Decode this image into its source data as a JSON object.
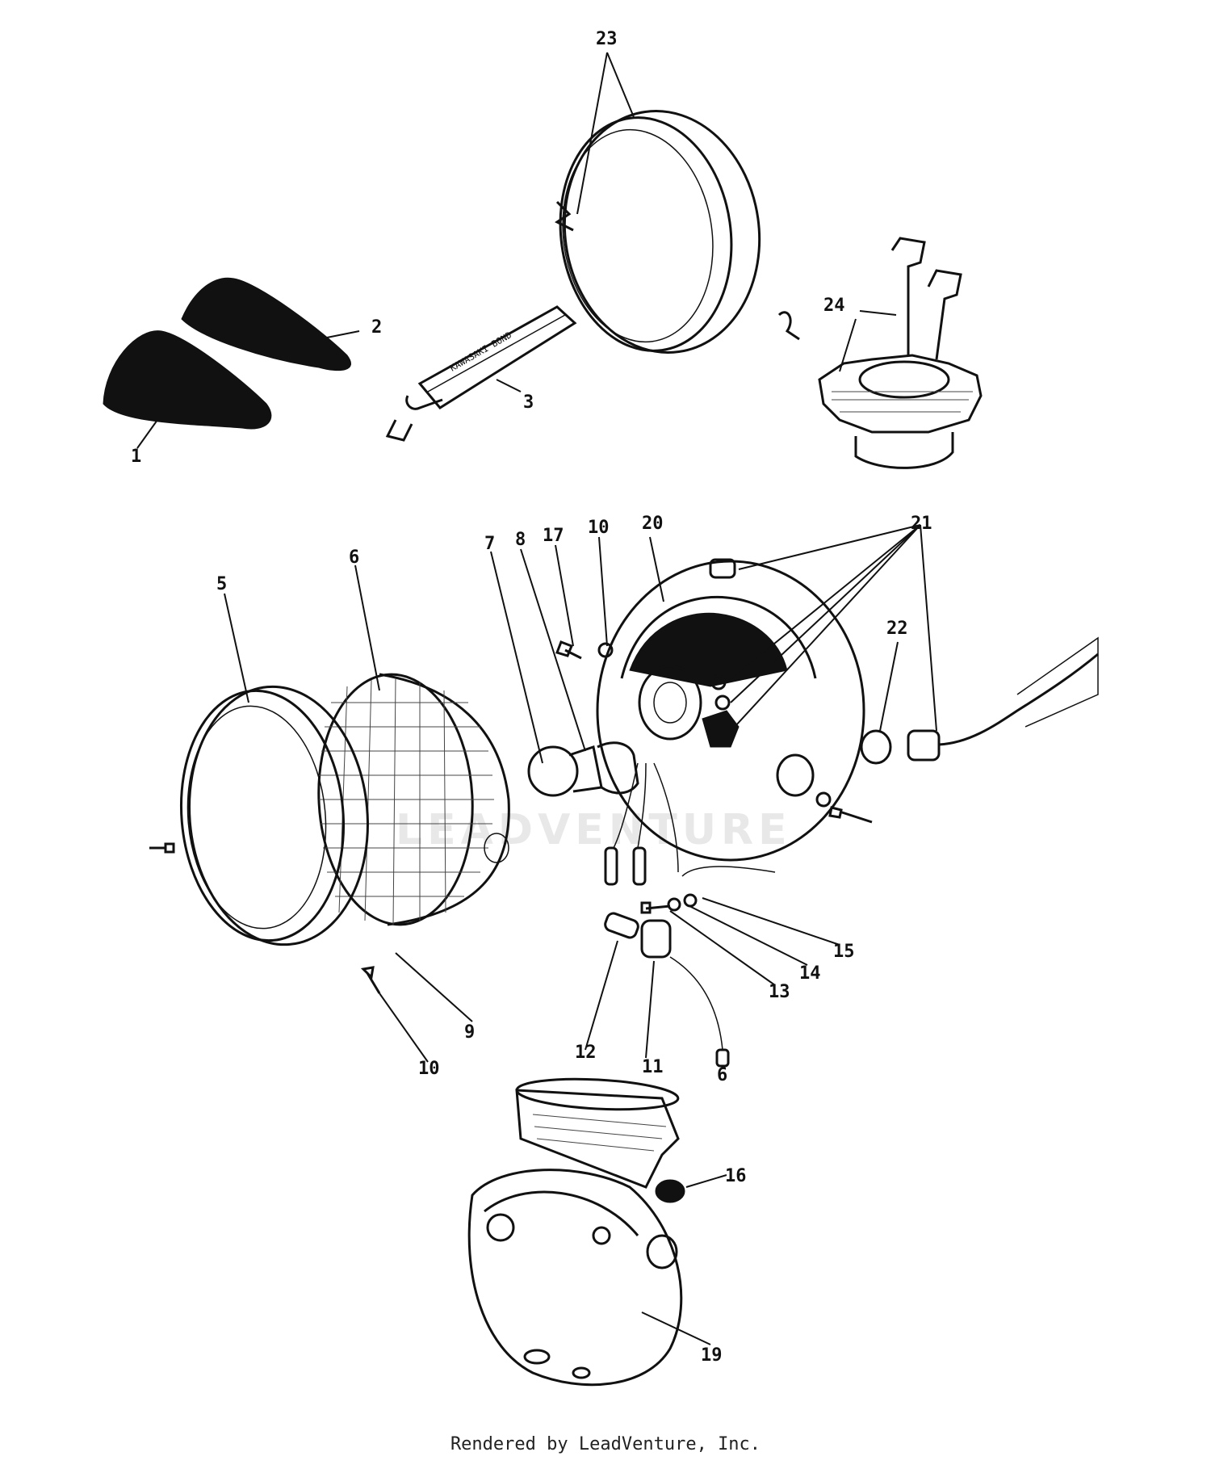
{
  "diagram": {
    "watermark": "LEADVENTURE",
    "callouts": {
      "c1": "1",
      "c2": "2",
      "c3": "3",
      "c5": "5",
      "c6": "6",
      "c7": "7",
      "c8": "8",
      "c9": "9",
      "c10a": "10",
      "c10b": "10",
      "c11": "11",
      "c12": "12",
      "c13": "13",
      "c14": "14",
      "c15": "15",
      "c16": "16",
      "c17": "17",
      "c19": "19",
      "c20": "20",
      "c21": "21",
      "c22": "22",
      "c23": "23",
      "c24": "24",
      "c6b": "6"
    },
    "tube_label": "KAWASAKI BOND"
  },
  "footer": {
    "text": "Rendered by LeadVenture, Inc."
  }
}
